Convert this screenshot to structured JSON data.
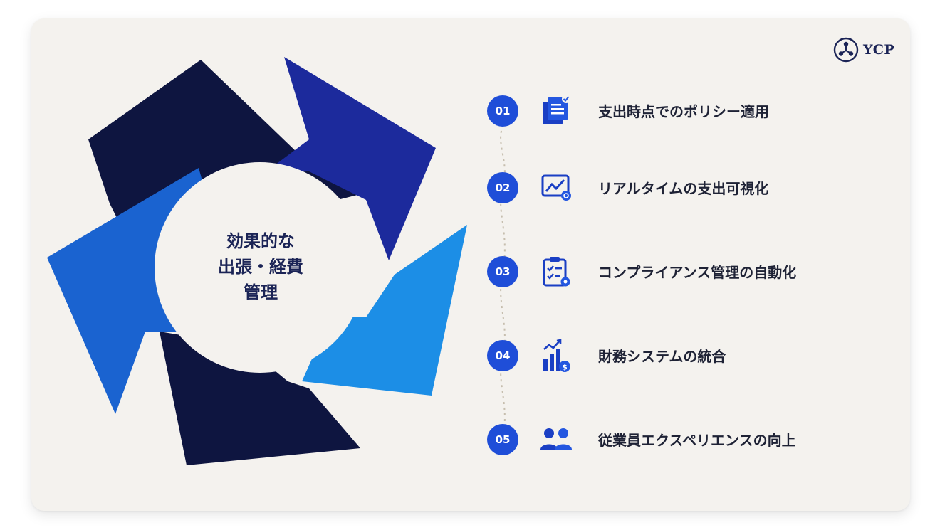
{
  "logo": {
    "text": "YCP",
    "icon": "ycp-triad-logo-icon"
  },
  "center": {
    "title_lines": [
      "効果的な",
      "出張・経費",
      "管理"
    ]
  },
  "steps": [
    {
      "number": "01",
      "label": "支出時点でのポリシー適用",
      "icon": "document-check-icon"
    },
    {
      "number": "02",
      "label": "リアルタイムの支出可視化",
      "icon": "chart-monitor-icon"
    },
    {
      "number": "03",
      "label": "コンプライアンス管理の自動化",
      "icon": "checklist-clipboard-icon"
    },
    {
      "number": "04",
      "label": "財務システムの統合",
      "icon": "bar-chart-dollar-icon"
    },
    {
      "number": "05",
      "label": "従業員エクスペリエンスの向上",
      "icon": "people-icon"
    }
  ],
  "colors": {
    "navy": "#0e1540",
    "royal": "#1c2a9c",
    "blue": "#1a63d0",
    "light_blue": "#1c8ee6",
    "accent": "#1f4ed8",
    "card_bg": "#f4f2ee"
  }
}
